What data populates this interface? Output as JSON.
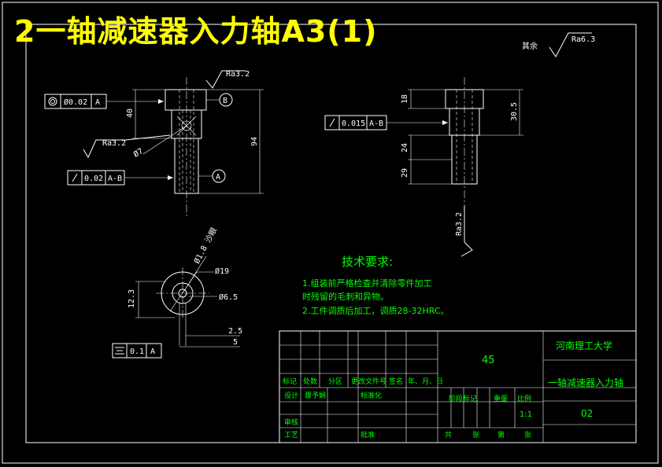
{
  "title": "2一轴减速器入力轴A3(1)",
  "roughness": {
    "general_label": "其余",
    "general_value": "Ra6.3",
    "top_value": "Ra3.2",
    "left_value": "Ra3.2",
    "right_value": "Ra3.2"
  },
  "front_view": {
    "fcf_concentric": {
      "tol": "Ø0.02",
      "datum": "A"
    },
    "fcf_runout": {
      "tol": "0.02",
      "datum": "A-B"
    },
    "datum_b": "B",
    "datum_a": "A",
    "dim_40": "40",
    "dim_94": "94",
    "dim_phi7": "Ø7"
  },
  "side_view": {
    "fcf_runout": {
      "tol": "0.015",
      "datum": "A-B"
    },
    "dim_18": "18",
    "dim_30_5": "30.5",
    "dim_24": "24",
    "dim_29": "29"
  },
  "bottom_view": {
    "dim_holes": "Ø1.8 沙眼",
    "dim_phi19": "Ø19",
    "dim_phi6_5": "Ø6.5",
    "dim_12_3": "12.3",
    "dim_2_5": "2.5",
    "dim_5": "5",
    "fcf_symmetry": {
      "tol": "0.1",
      "datum": "A"
    }
  },
  "tech_requirements": {
    "heading": "技术要求:",
    "line1": "1.组装前严格检查并清除零件加工",
    "line2": "时残留的毛刺和异物。",
    "line3": "2.工件调质后加工，调质28-32HRC。"
  },
  "title_block": {
    "material": "45",
    "university": "河南理工大学",
    "part_name": "一轴减速器入力轴",
    "drawing_no": "02",
    "scale": "1:1",
    "row_labels": [
      "标记",
      "处数",
      "分区",
      "更改文件号",
      "签名",
      "年、月、日"
    ],
    "design_label": "设计",
    "designer": "骤予娴",
    "standardize_label": "标准化",
    "stage_label": "阶段标记",
    "weight_label": "重量",
    "scale_label": "比例",
    "review_label": "审核",
    "process_label": "工艺",
    "approve_label": "批准",
    "sheets_label": "共",
    "sheets_unit": "张",
    "sheet_label": "第",
    "sheet_unit": "张"
  },
  "colors": {
    "background": "#000000",
    "lines": "#ffffff",
    "text_green": "#00ff00",
    "text_yellow": "#ffff00"
  }
}
